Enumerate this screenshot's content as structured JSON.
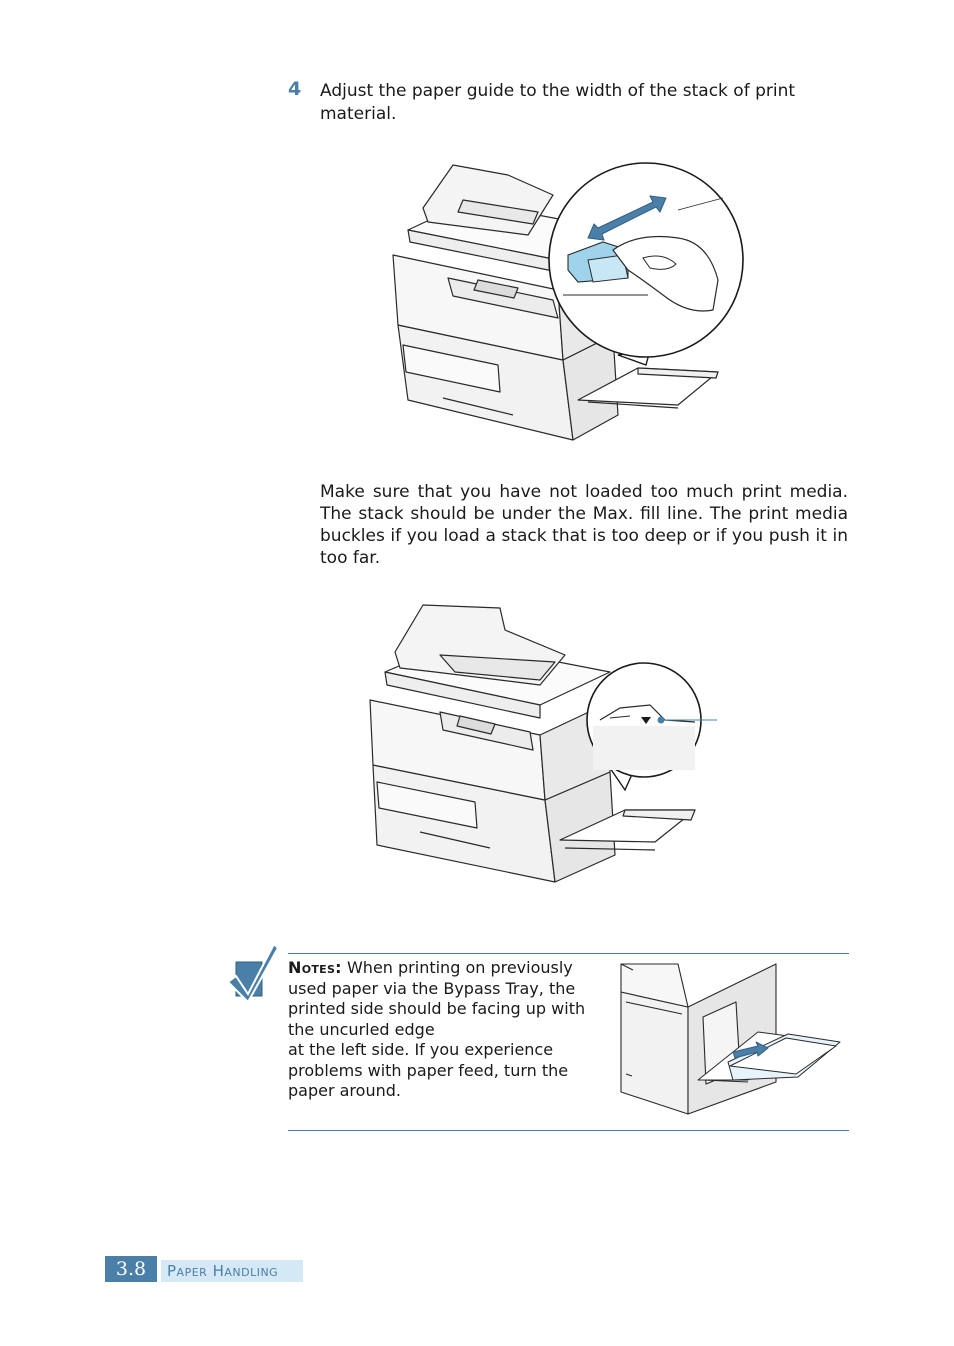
{
  "step": {
    "number": "4",
    "text": "Adjust the paper guide to the width of the stack of print material."
  },
  "paragraph": "Make sure that you have not loaded too much print media. The stack should be under the Max. fill line. The print media buckles if you load a stack that is too deep or if you push it in too far.",
  "note": {
    "label": "Notes:",
    "lines": [
      "When printing on previously",
      "used paper via the Bypass Tray, the",
      "printed side should be facing up with",
      "the uncurled edge",
      "at the left side. If you experience",
      "problems with paper feed, turn the",
      "paper around."
    ]
  },
  "footer": {
    "page_number": "3.8",
    "section": "Paper Handling"
  },
  "colors": {
    "accent": "#4a7fa8",
    "footer_label_bg": "#d4e8f5",
    "illustration_highlight": "#9fd3ec"
  },
  "figures": [
    {
      "icon": "printer-bypass-tray-paper-guide-illustration"
    },
    {
      "icon": "printer-max-fill-line-illustration"
    },
    {
      "icon": "printer-bypass-tray-paper-orientation-illustration"
    }
  ]
}
